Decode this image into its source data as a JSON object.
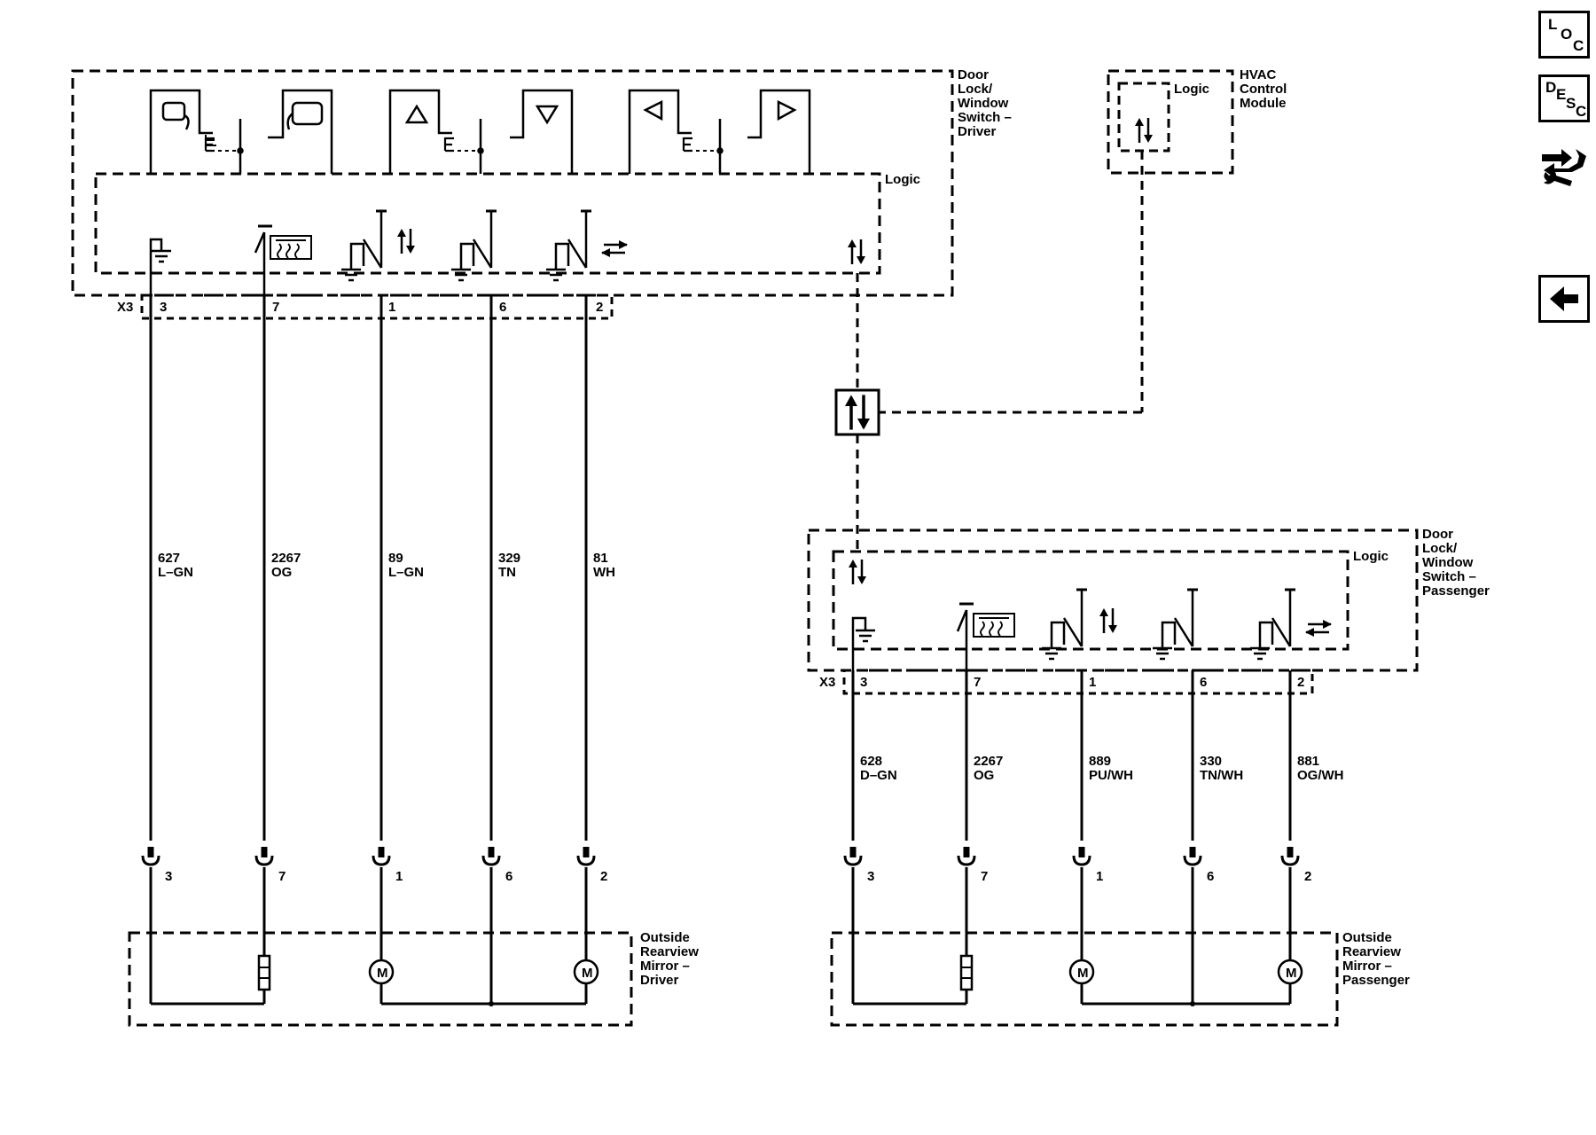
{
  "driver_switch": {
    "name_lines": [
      "Door",
      "Lock/",
      "Window",
      "Switch –",
      "Driver"
    ],
    "logic_label": "Logic",
    "connector": "X3",
    "pins": [
      "3",
      "7",
      "1",
      "6",
      "2"
    ]
  },
  "hvac": {
    "name_lines": [
      "HVAC",
      "Control",
      "Module"
    ],
    "logic_label": "Logic"
  },
  "passenger_switch": {
    "name_lines": [
      "Door",
      "Lock/",
      "Window",
      "Switch –",
      "Passenger"
    ],
    "logic_label": "Logic",
    "connector": "X3",
    "pins": [
      "3",
      "7",
      "1",
      "6",
      "2"
    ]
  },
  "driver_wires": [
    {
      "circuit": "627",
      "color": "L–GN"
    },
    {
      "circuit": "2267",
      "color": "OG"
    },
    {
      "circuit": "89",
      "color": "L–GN"
    },
    {
      "circuit": "329",
      "color": "TN"
    },
    {
      "circuit": "81",
      "color": "WH"
    }
  ],
  "passenger_wires": [
    {
      "circuit": "628",
      "color": "D–GN"
    },
    {
      "circuit": "2267",
      "color": "OG"
    },
    {
      "circuit": "889",
      "color": "PU/WH"
    },
    {
      "circuit": "330",
      "color": "TN/WH"
    },
    {
      "circuit": "881",
      "color": "OG/WH"
    }
  ],
  "driver_mirror": {
    "name_lines": [
      "Outside",
      "Rearview",
      "Mirror –",
      "Driver"
    ],
    "pins": [
      "3",
      "7",
      "1",
      "6",
      "2"
    ],
    "motor_label": "M"
  },
  "passenger_mirror": {
    "name_lines": [
      "Outside",
      "Rearview",
      "Mirror –",
      "Passenger"
    ],
    "pins": [
      "3",
      "7",
      "1",
      "6",
      "2"
    ],
    "motor_label": "M"
  },
  "nav": {
    "loc": [
      "L",
      "O",
      "C"
    ],
    "desc": [
      "D",
      "E",
      "S",
      "C"
    ]
  },
  "colors": {
    "line": "#000000",
    "background": "#ffffff"
  }
}
